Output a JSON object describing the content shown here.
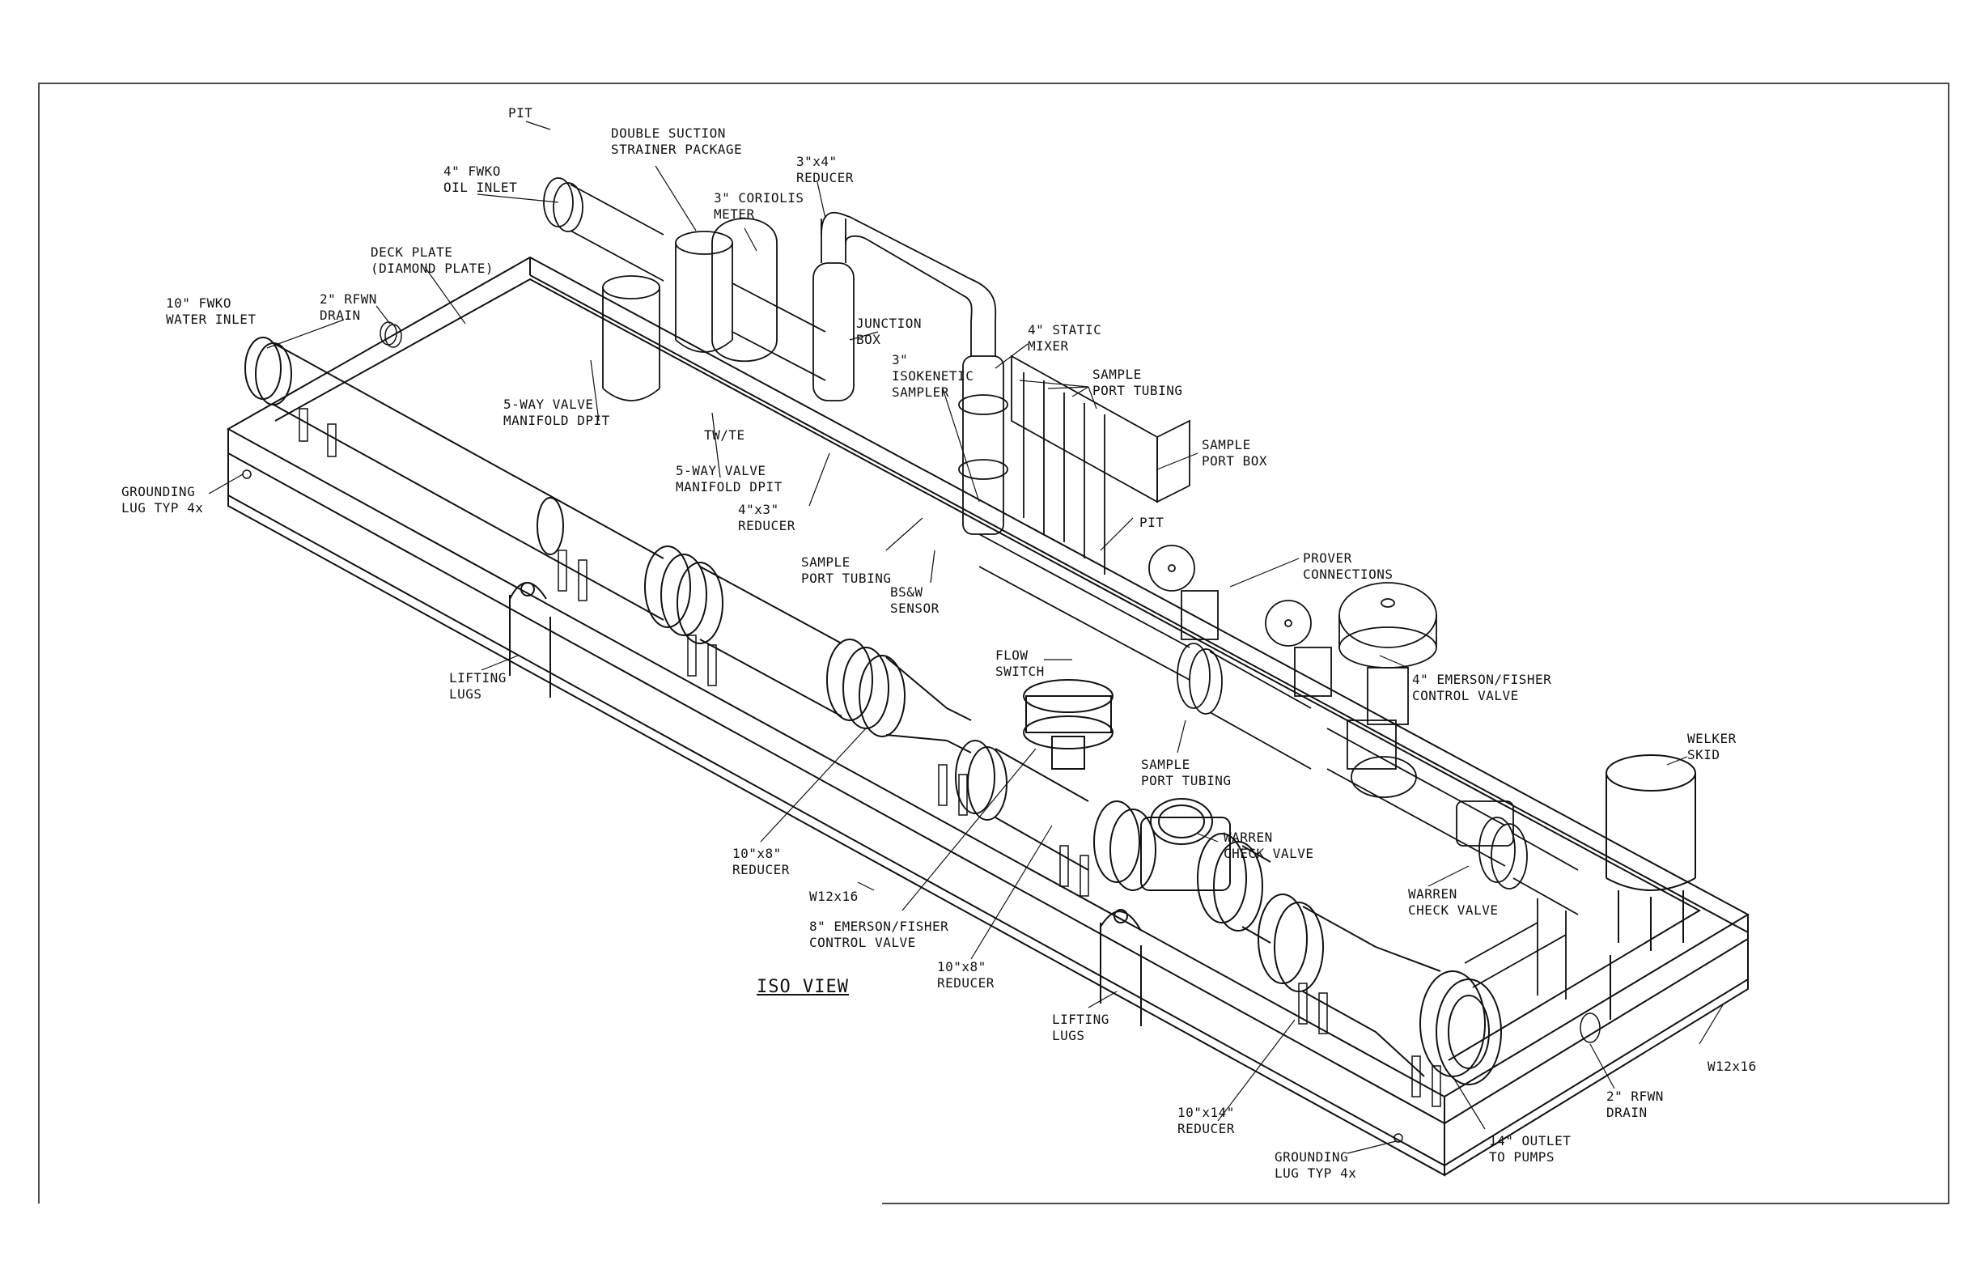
{
  "title": "ISO VIEW",
  "labels": {
    "pit_top": "PIT",
    "fwko_oil_inlet": "4\" FWKO\nOIL INLET",
    "double_suction_strainer": "DOUBLE SUCTION\nSTRAINER PACKAGE",
    "reducer_3x4": "3\"x4\"\nREDUCER",
    "coriolis_meter": "3\" CORIOLIS\nMETER",
    "deck_plate": "DECK PLATE\n(DIAMOND PLATE)",
    "rfwn_drain_top": "2\" RFWN\nDRAIN",
    "fwko_water_inlet": "10\" FWKO\nWATER INLET",
    "junction_box": "JUNCTION\nBOX",
    "static_mixer": "4\" STATIC\nMIXER",
    "isokenetic_sampler": "3\"\nISOKENETIC\nSAMPLER",
    "sample_port_tubing_top": "SAMPLE\nPORT TUBING",
    "sample_port_box": "SAMPLE\nPORT BOX",
    "five_way_valve_1": "5-WAY VALVE\nMANIFOLD DPIT",
    "tw_te": "TW/TE",
    "five_way_valve_2": "5-WAY VALVE\nMANIFOLD DPIT",
    "reducer_4x3": "4\"x3\"\nREDUCER",
    "grounding_lug_top": "GROUNDING\nLUG TYP 4x",
    "pit_mid": "PIT",
    "sample_port_tubing_mid": "SAMPLE\nPORT TUBING",
    "bsw_sensor": "BS&W\nSENSOR",
    "prover_connections": "PROVER\nCONNECTIONS",
    "flow_switch": "FLOW\nSWITCH",
    "emerson_4": "4\" EMERSON/FISHER\nCONTROL VALVE",
    "lifting_lugs_top": "LIFTING\nLUGS",
    "welker_skid": "WELKER\nSKID",
    "sample_port_tubing_low": "SAMPLE\nPORT TUBING",
    "warren_check_1": "WARREN\nCHECK VALVE",
    "reducer_10x8_a": "10\"x8\"\nREDUCER",
    "w12x16_a": "W12x16",
    "warren_check_2": "WARREN\nCHECK VALVE",
    "emerson_8": "8\" EMERSON/FISHER\nCONTROL VALVE",
    "reducer_10x8_b": "10\"x8\"\nREDUCER",
    "lifting_lugs_bot": "LIFTING\nLUGS",
    "w12x16_b": "W12x16",
    "rfwn_drain_bot": "2\" RFWN\nDRAIN",
    "reducer_10x14": "10\"x14\"\nREDUCER",
    "outlet_14": "14\" OUTLET\nTO PUMPS",
    "grounding_lug_bot": "GROUNDING\nLUG TYP 4x"
  },
  "colors": {
    "line": "#111111",
    "background": "#ffffff"
  }
}
